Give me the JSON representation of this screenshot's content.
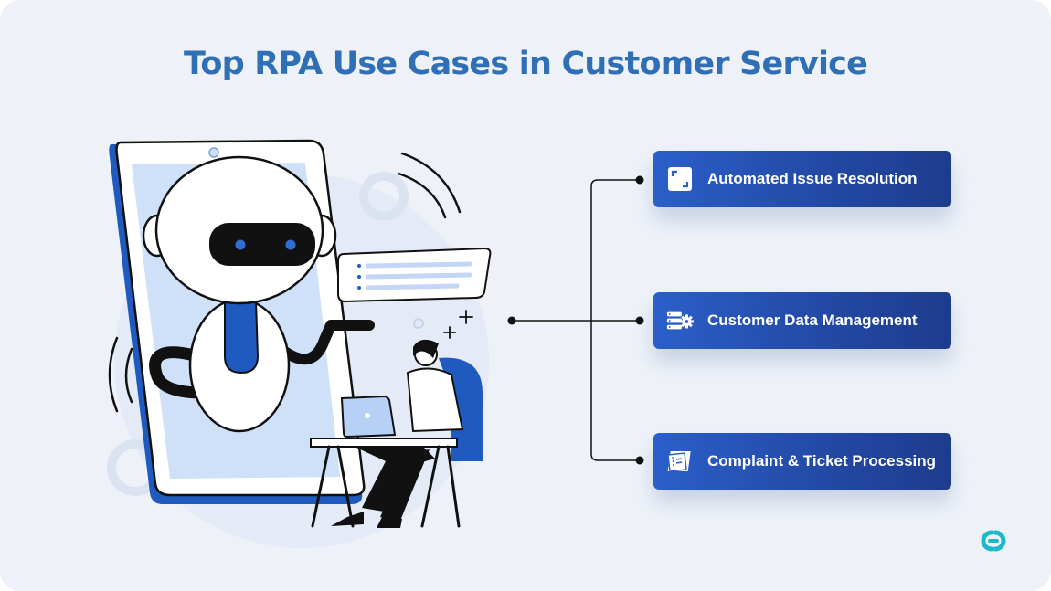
{
  "title": "Top RPA Use Cases in Customer Service",
  "use_cases": [
    {
      "label": "Automated Issue Resolution",
      "icon": "expand-frame-icon"
    },
    {
      "label": "Customer Data Management",
      "icon": "server-gear-icon"
    },
    {
      "label": "Complaint & Ticket Processing",
      "icon": "ticket-icon"
    }
  ],
  "colors": {
    "background": "#eef2f8",
    "title": "#2f6fb6",
    "pill_start": "#2b5fc9",
    "pill_end": "#1d3c8c",
    "accent": "#1f5bbf",
    "logo": "#1fb8c8"
  }
}
